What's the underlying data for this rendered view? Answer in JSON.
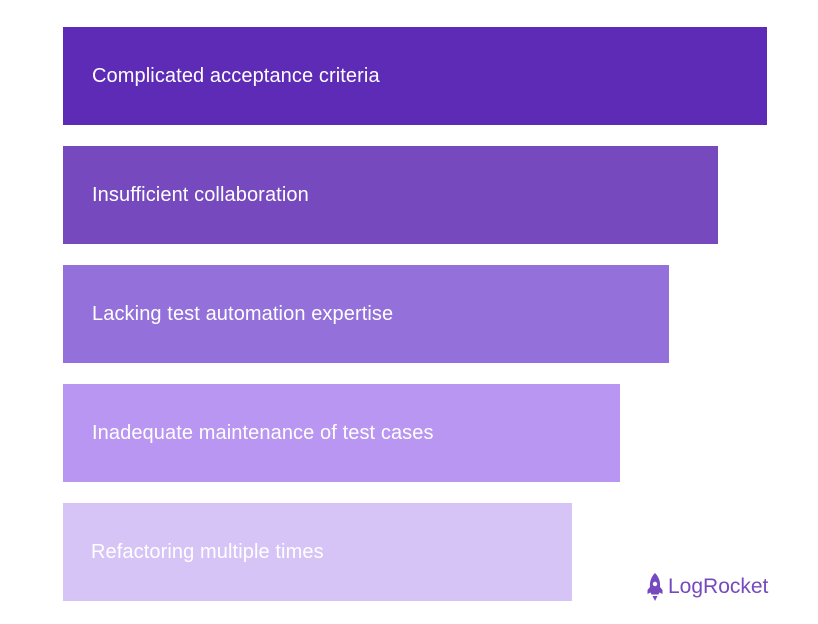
{
  "bars": [
    {
      "label": "Complicated acceptance criteria",
      "color": "#5e2bb6"
    },
    {
      "label": "Insufficient collaboration",
      "color": "#764abe"
    },
    {
      "label": "Lacking test automation expertise",
      "color": "#9470da"
    },
    {
      "label": "Inadequate maintenance of test cases",
      "color": "#b896f2"
    },
    {
      "label": "Refactoring multiple times",
      "color": "#d6c4f6"
    }
  ],
  "logo": {
    "text": "LogRocket",
    "icon": "rocket-icon",
    "color": "#764abe"
  }
}
